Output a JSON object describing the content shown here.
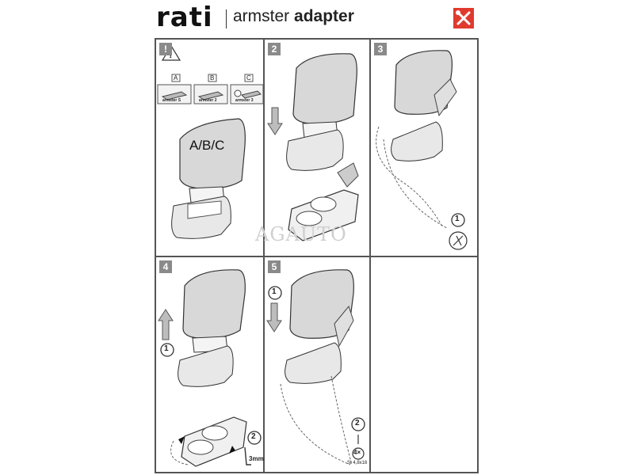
{
  "header": {
    "brand": "rati",
    "product_light": "armster",
    "product_bold": "adapter"
  },
  "panels": [
    {
      "step": "!",
      "types": [
        {
          "letter": "A",
          "model": "armster S"
        },
        {
          "letter": "B",
          "model": "armster 2"
        },
        {
          "letter": "C",
          "model": "armster 3"
        }
      ],
      "label": "A/B/C"
    },
    {
      "step": "2",
      "arrow_num": ""
    },
    {
      "step": "3",
      "num": "1"
    },
    {
      "step": "4",
      "num1": "1",
      "num2": "2",
      "drill": "3mm"
    },
    {
      "step": "5",
      "num1": "1",
      "num2": "2",
      "count": "4×",
      "screw": "St 4,8x16"
    }
  ],
  "watermark": "AGAUTO",
  "colors": {
    "accent": "#e03a2f",
    "step_badge": "#8a8a8a",
    "part_fill": "#d8d8d8"
  }
}
